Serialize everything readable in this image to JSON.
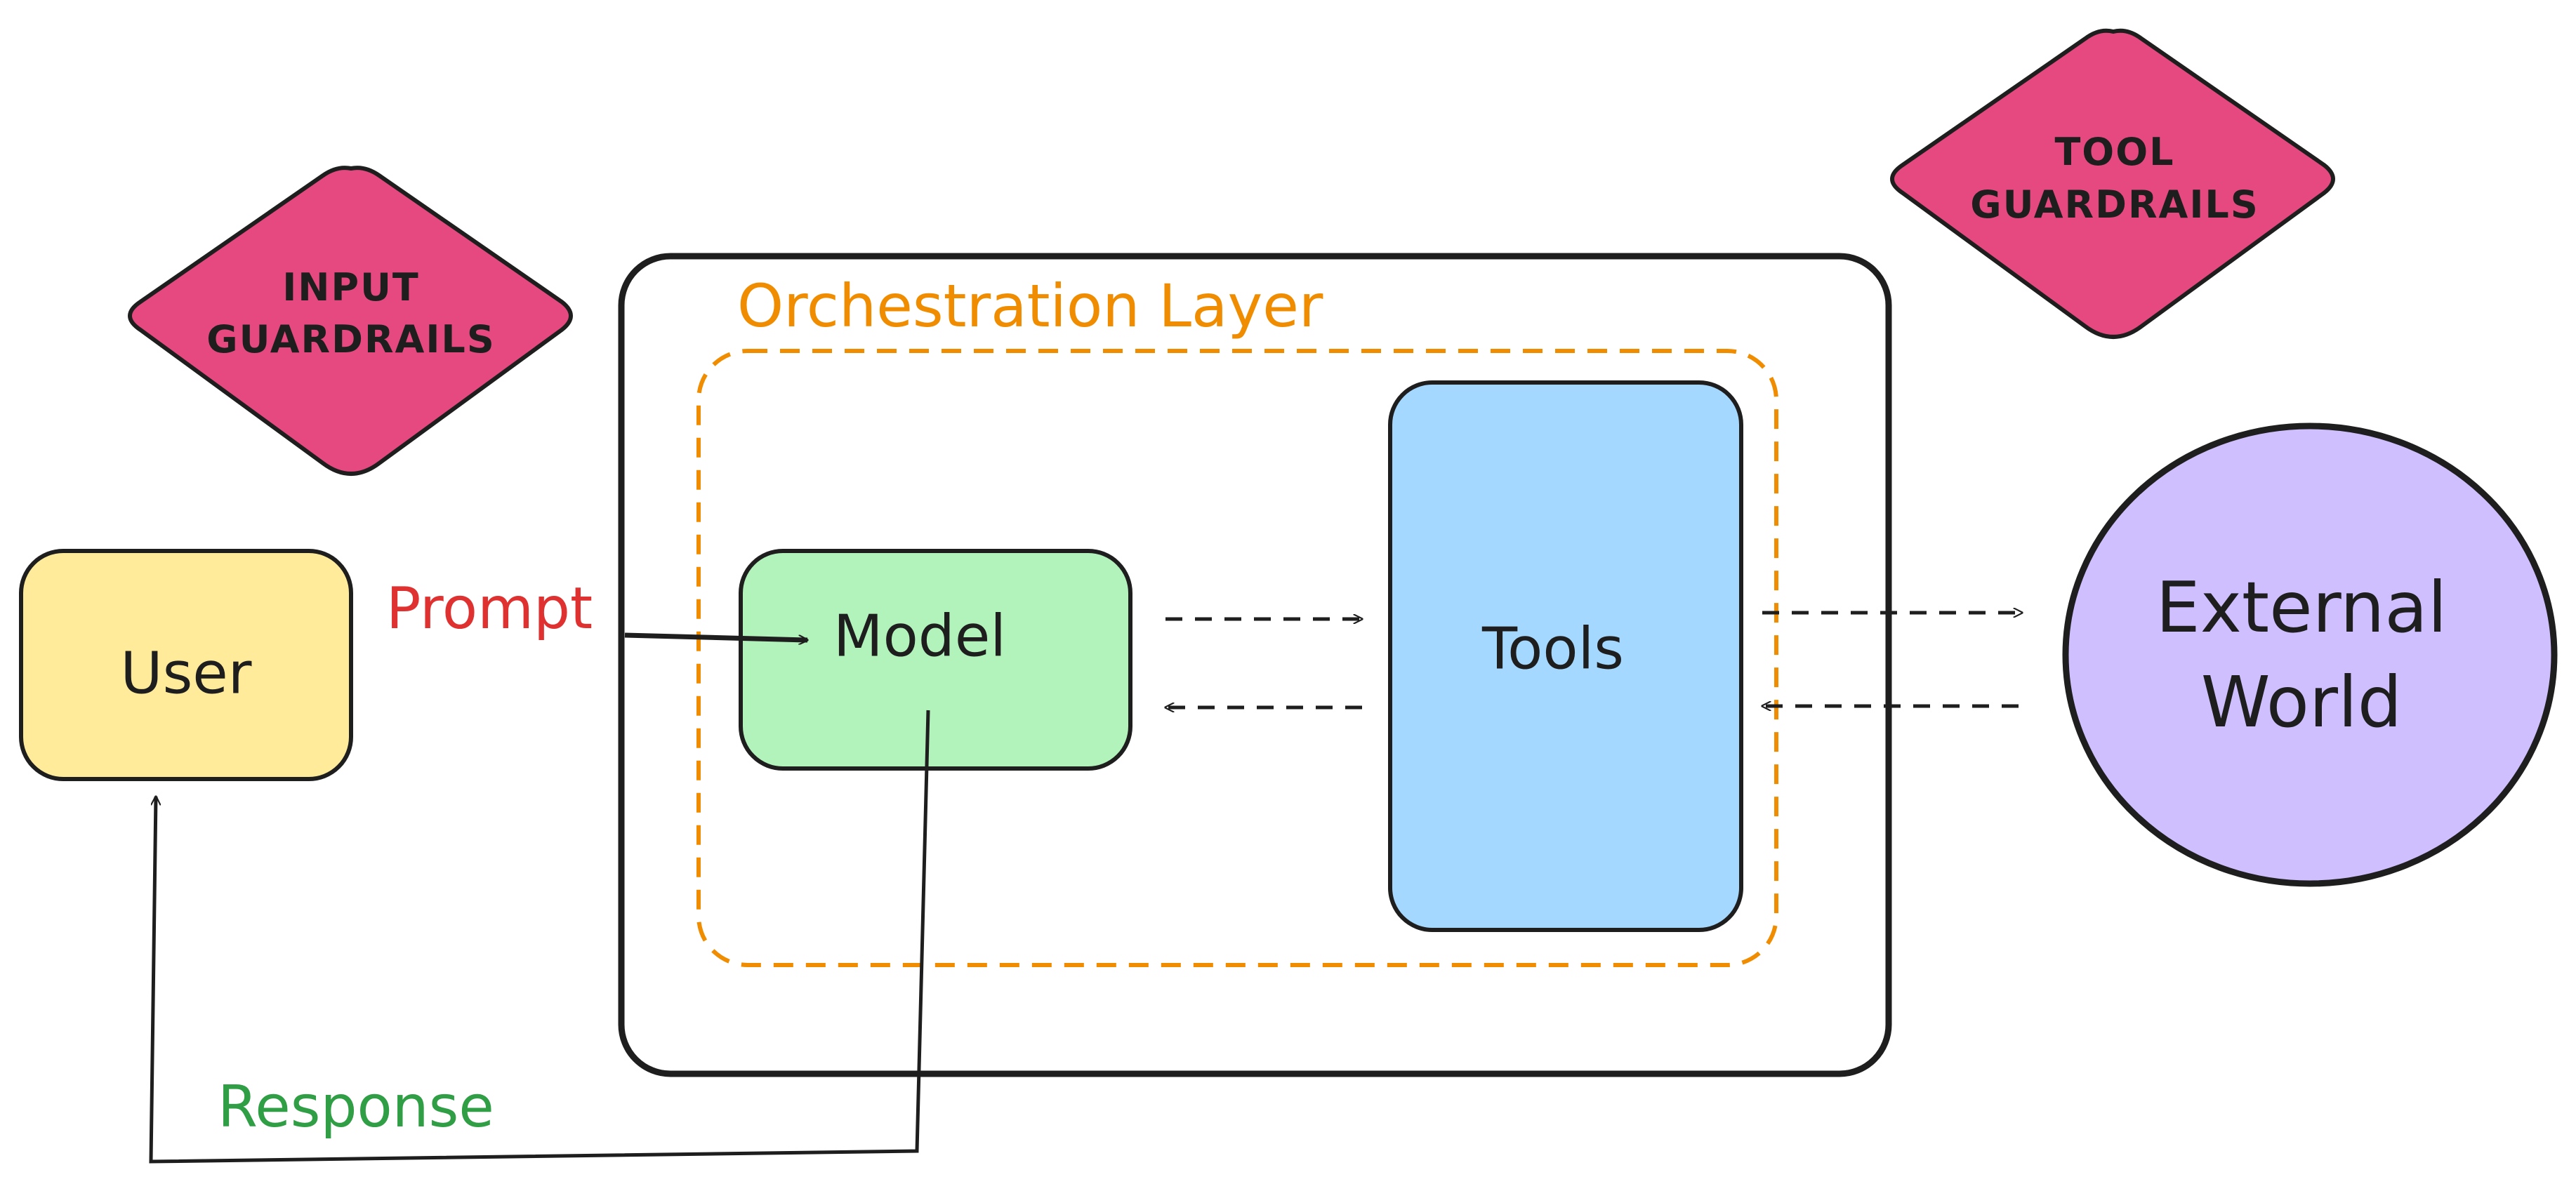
{
  "title": "",
  "nodes": {
    "user": {
      "label": "User",
      "color": "#FFEB99"
    },
    "model": {
      "label": "Model",
      "color": "#B2F2BB"
    },
    "tools": {
      "label": "Tools",
      "color": "#A5D8FF"
    },
    "external_world": {
      "label_line1": "External",
      "label_line2": "World",
      "color": "#D0BFFF"
    },
    "input_guardrails": {
      "label_line1": "INPUT",
      "label_line2": "GUARDRAILS",
      "color": "#E64980"
    },
    "tool_guardrails": {
      "label_line1": "TOOL",
      "label_line2": "GUARDRAILS",
      "color": "#E64980"
    },
    "orchestration_layer": {
      "label": "Orchestration Layer",
      "color": "#F08C00"
    }
  },
  "edges": {
    "prompt": {
      "label": "Prompt",
      "color": "#E03131"
    },
    "response": {
      "label": "Response",
      "color": "#2F9E44"
    }
  },
  "colors": {
    "stroke": "#1E1E1E",
    "background": "#FFFFFF"
  }
}
